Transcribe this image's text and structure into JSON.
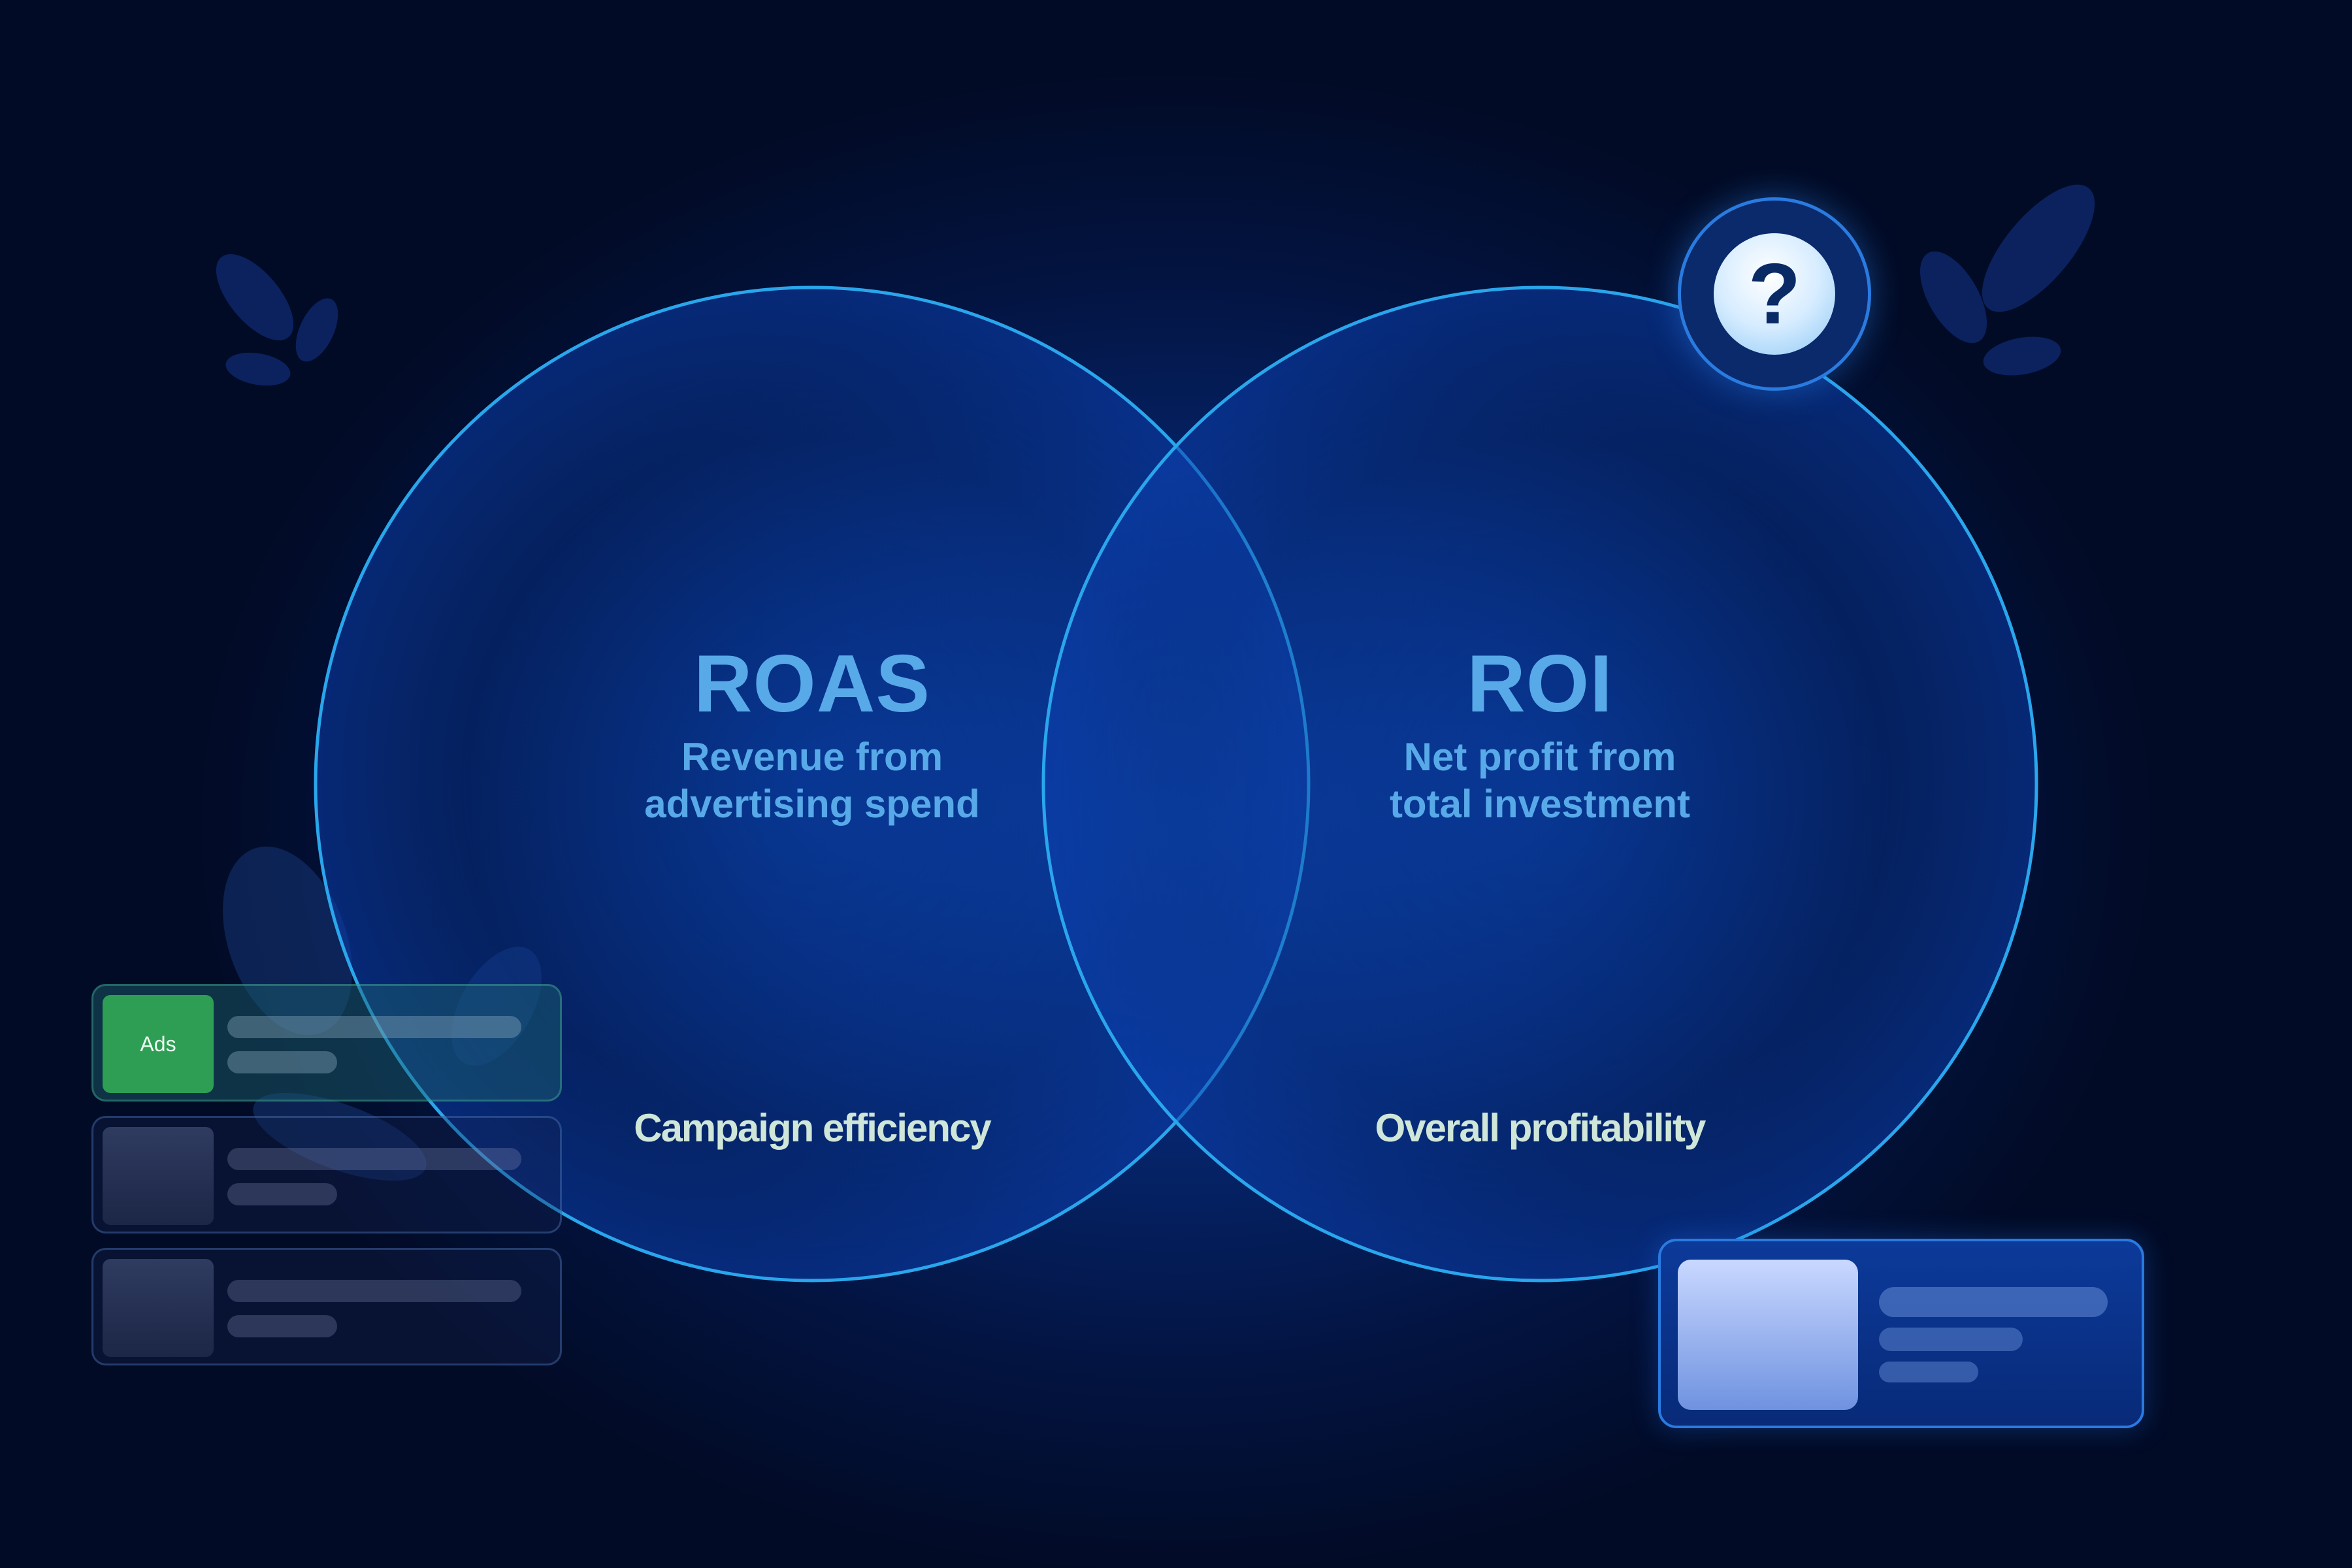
{
  "diagram": {
    "left_circle": {
      "title": "ROAS",
      "description_line1": "Revenue from",
      "description_line2": "advertising spend",
      "footer": "Campaign efficiency"
    },
    "right_circle": {
      "title": "ROI",
      "description_line1": "Net profit from",
      "description_line2": "total investment",
      "footer": "Overall profitability"
    }
  },
  "cards": {
    "active_label": "Ads"
  },
  "help": {
    "symbol": "?"
  },
  "colors": {
    "background": "#020c2a",
    "circle_stroke": "#2aa6ec",
    "title_text": "#58a9e8",
    "footer_text": "#cfe6d8",
    "ads_green": "#2f9e55"
  }
}
